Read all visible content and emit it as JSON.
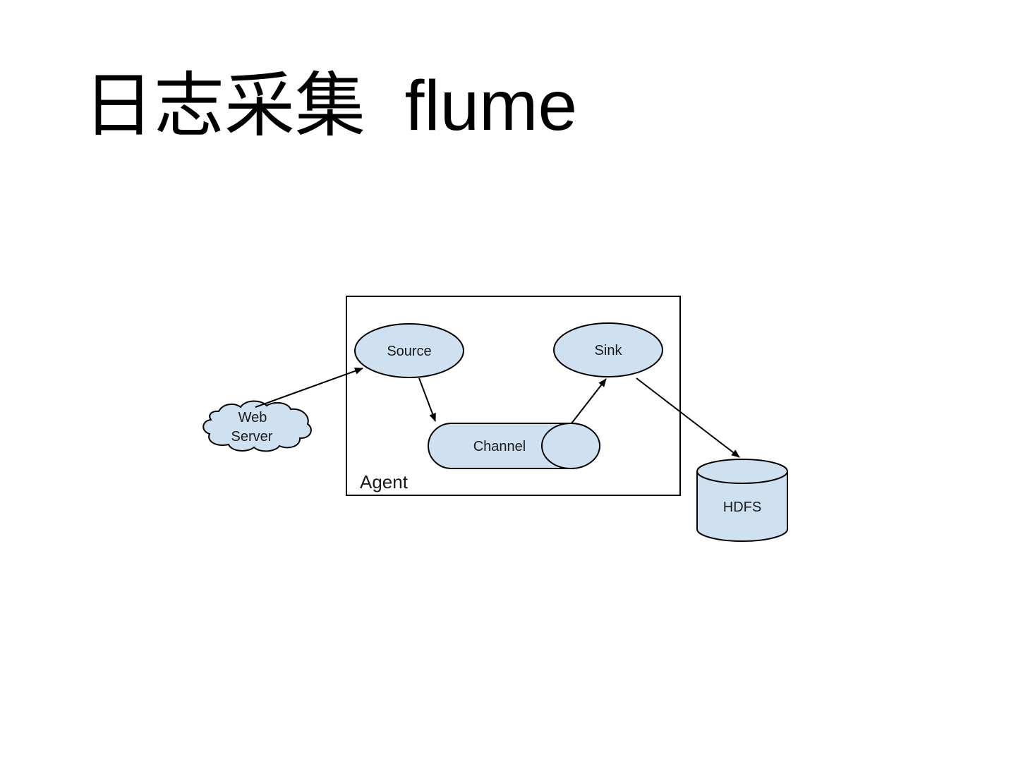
{
  "slide": {
    "title": "日志采集  flume"
  },
  "diagram": {
    "colors": {
      "node_fill": "#cfe0f1",
      "stroke": "#000000",
      "background": "#ffffff"
    },
    "agent_label": "Agent",
    "nodes": {
      "web_server_line1": "Web",
      "web_server_line2": "Server",
      "source": "Source",
      "sink": "Sink",
      "channel": "Channel",
      "hdfs": "HDFS"
    },
    "edges": [
      {
        "from": "Web Server",
        "to": "Source"
      },
      {
        "from": "Source",
        "to": "Channel"
      },
      {
        "from": "Channel",
        "to": "Sink"
      },
      {
        "from": "Sink",
        "to": "HDFS"
      }
    ]
  }
}
